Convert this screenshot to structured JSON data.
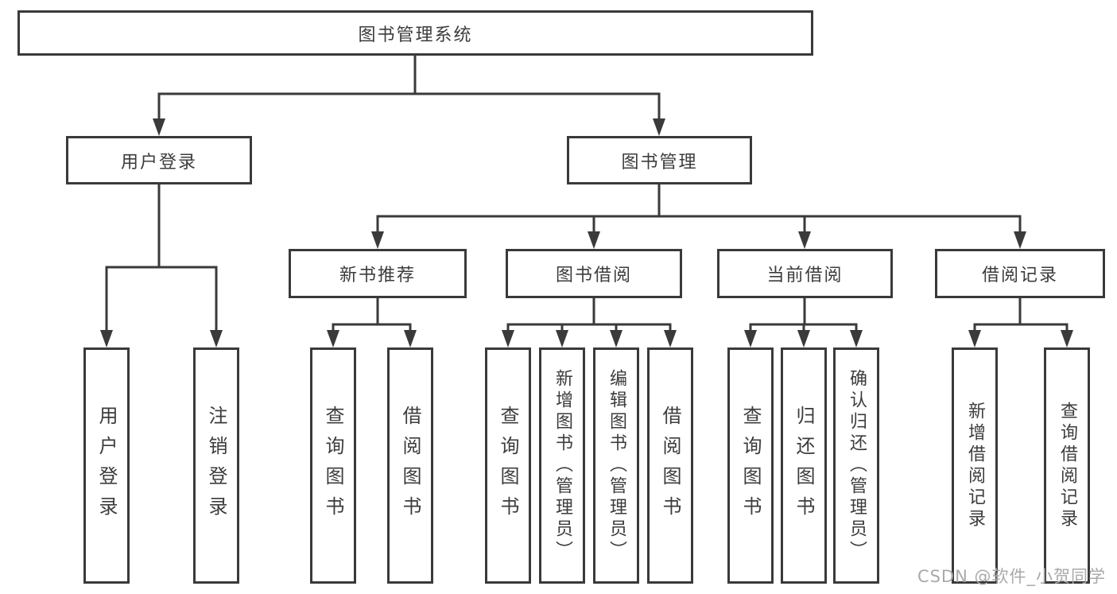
{
  "diagram": {
    "root": {
      "label": "图书管理系统"
    },
    "branches": [
      {
        "label": "用户登录",
        "children": [
          {
            "label": "用户登录"
          },
          {
            "label": "注销登录"
          }
        ]
      },
      {
        "label": "图书管理",
        "children": [
          {
            "label": "新书推荐",
            "children": [
              {
                "label": "查询图书"
              },
              {
                "label": "借阅图书"
              }
            ]
          },
          {
            "label": "图书借阅",
            "children": [
              {
                "label": "查询图书"
              },
              {
                "label": "新增图书（管理员）"
              },
              {
                "label": "编辑图书（管理员）"
              },
              {
                "label": "借阅图书"
              }
            ]
          },
          {
            "label": "当前借阅",
            "children": [
              {
                "label": "查询图书"
              },
              {
                "label": "归还图书"
              },
              {
                "label": "确认归还（管理员）"
              }
            ]
          },
          {
            "label": "借阅记录",
            "children": [
              {
                "label": "新增借阅记录"
              },
              {
                "label": "查询借阅记录"
              }
            ]
          }
        ]
      }
    ]
  },
  "watermark": "CSDN @软件_小贺同学",
  "colors": {
    "line": "#3a3a3a",
    "text": "#3c3c3c",
    "watermark": "#a9a9a9",
    "background": "#ffffff"
  }
}
